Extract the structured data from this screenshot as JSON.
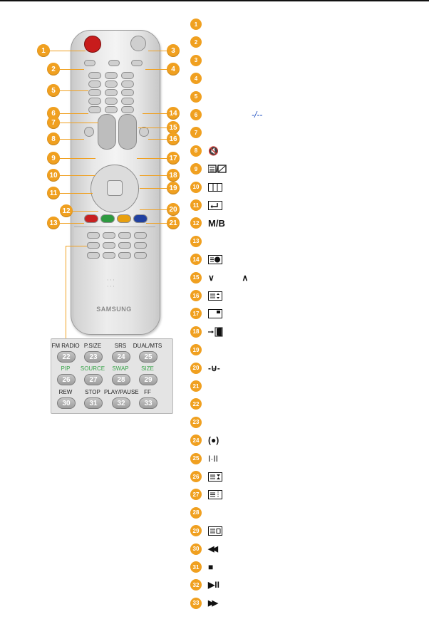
{
  "colors": {
    "badge": "#f0a020",
    "power": "#cc2020",
    "red": "#c82020",
    "green": "#2e9a40",
    "yellow": "#e8a010",
    "blue": "#2040a0",
    "keypad_green": "#3aa54b"
  },
  "remote": {
    "brand": "SAMSUNG",
    "callouts": [
      "1",
      "2",
      "3",
      "4",
      "5",
      "6",
      "7",
      "8",
      "9",
      "10",
      "11",
      "12",
      "13",
      "14",
      "15",
      "16",
      "17",
      "18",
      "19",
      "20",
      "21"
    ],
    "lower_callout": "22"
  },
  "keypad": {
    "rows": [
      [
        {
          "label": "FM RADIO",
          "num": "22",
          "green": false
        },
        {
          "label": "P.SIZE",
          "num": "23",
          "green": false
        },
        {
          "label": "SRS",
          "num": "24",
          "green": false
        },
        {
          "label": "DUAL/MTS",
          "num": "25",
          "green": false
        }
      ],
      [
        {
          "label": "PIP",
          "num": "26",
          "green": true
        },
        {
          "label": "SOURCE",
          "num": "27",
          "green": true
        },
        {
          "label": "SWAP",
          "num": "28",
          "green": true
        },
        {
          "label": "SIZE",
          "num": "29",
          "green": true
        }
      ],
      [
        {
          "label": "REW",
          "num": "30",
          "green": false
        },
        {
          "label": "STOP",
          "num": "31",
          "green": false
        },
        {
          "label": "PLAY/PAUSE",
          "num": "32",
          "green": false
        },
        {
          "label": "FF",
          "num": "33",
          "green": false
        }
      ]
    ]
  },
  "legend": {
    "items": [
      {
        "num": "1",
        "icon": ""
      },
      {
        "num": "2",
        "icon": ""
      },
      {
        "num": "3",
        "icon": ""
      },
      {
        "num": "4",
        "icon": ""
      },
      {
        "num": "5",
        "icon": ""
      },
      {
        "num": "6",
        "icon": "dash-slash-icon",
        "text": "-/--"
      },
      {
        "num": "7",
        "icon": ""
      },
      {
        "num": "8",
        "icon": "mute-icon",
        "text": "🔇"
      },
      {
        "num": "9",
        "icon": "ttx-mix-icon"
      },
      {
        "num": "10",
        "icon": "menu-grid-icon"
      },
      {
        "num": "11",
        "icon": "enter-icon"
      },
      {
        "num": "12",
        "icon": "mb-icon",
        "text": "M/B"
      },
      {
        "num": "13",
        "icon": ""
      },
      {
        "num": "14",
        "icon": "info-icon"
      },
      {
        "num": "15",
        "icon": "channel-arrows-icon",
        "text": "∨  ∧"
      },
      {
        "num": "16",
        "icon": "source-list-icon"
      },
      {
        "num": "17",
        "icon": "pip-corner-icon"
      },
      {
        "num": "18",
        "icon": "exit-door-icon",
        "text": "→"
      },
      {
        "num": "19",
        "icon": ""
      },
      {
        "num": "20",
        "icon": "auto-adjust-icon",
        "text": "-⊍-"
      },
      {
        "num": "21",
        "icon": ""
      },
      {
        "num": "22",
        "icon": ""
      },
      {
        "num": "23",
        "icon": ""
      },
      {
        "num": "24",
        "icon": "srs-icon",
        "text": "(●)"
      },
      {
        "num": "25",
        "icon": "dual-icon",
        "text": "I·II"
      },
      {
        "num": "26",
        "icon": "pip-list-icon"
      },
      {
        "num": "27",
        "icon": "source-list2-icon"
      },
      {
        "num": "28",
        "icon": ""
      },
      {
        "num": "29",
        "icon": "size-list-icon"
      },
      {
        "num": "30",
        "icon": "rewind-icon",
        "text": "◀◀"
      },
      {
        "num": "31",
        "icon": "stop-icon",
        "text": "■"
      },
      {
        "num": "32",
        "icon": "play-pause-icon",
        "text": "▶II"
      },
      {
        "num": "33",
        "icon": "fast-forward-icon",
        "text": "▶▶"
      }
    ]
  }
}
